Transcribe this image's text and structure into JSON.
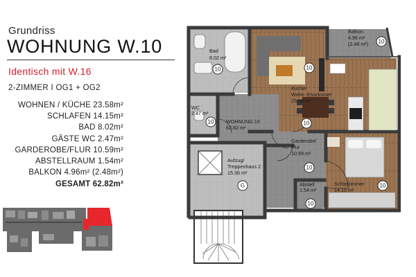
{
  "header": {
    "subtitle": "Grundriss",
    "title": "WOHNUNG W.10",
    "identical": "Identisch mit W.16",
    "floors": "2-ZIMMER I OG1 + OG2"
  },
  "areas": [
    {
      "label": "WOHNEN / KÜCHE",
      "value": "23.58m²"
    },
    {
      "label": "SCHLAFEN",
      "value": "14.15m²"
    },
    {
      "label": "BAD",
      "value": "8.02m²"
    },
    {
      "label": "GÄSTE WC",
      "value": "2.47m²"
    },
    {
      "label": "GARDEROBE/FLUR",
      "value": "10.59m²"
    },
    {
      "label": "ABSTELLRAUM",
      "value": "1.54m²"
    },
    {
      "label": "BALKON",
      "value": "4.96m² (2.48m²)"
    }
  ],
  "total": {
    "label": "GESAMT",
    "value": "62.82m²"
  },
  "rooms": {
    "bad": {
      "name": "Bad",
      "area": "8.02 m²"
    },
    "wc": {
      "name": "WC",
      "area": "2.47 m²"
    },
    "kueche_1": {
      "name": "Küche/"
    },
    "kueche_2": {
      "name": "Wohn- Esszimmer",
      "area": "23.58 m²"
    },
    "balkon": {
      "name": "Balkon",
      "area": "4.96 m²",
      "area2": "(2.48 m²)"
    },
    "wohnung": {
      "name": "WOHNUNG 10",
      "area": "62.82 m²"
    },
    "garderobe_1": {
      "name": "Garderobe/"
    },
    "garderobe_2": {
      "name": "Flur",
      "area": "10.59 m²"
    },
    "aufzug_1": {
      "name": "Aufzug/"
    },
    "aufzug_2": {
      "name": "Treppenhaus 2",
      "area": "15.36 m²"
    },
    "abstell": {
      "name": "Abstell",
      "area": "1.54 m²"
    },
    "schlaf": {
      "name": "Schlafzimmer",
      "area": "14.15 m²"
    }
  },
  "markers": {
    "unit": "10",
    "stair": "G"
  },
  "colors": {
    "highlight": "#e8262d",
    "wall": "#3a3a3a",
    "wood_floor": "#9b7452",
    "tile_floor": "#8f8f8f",
    "title_red": "#d0202a"
  }
}
